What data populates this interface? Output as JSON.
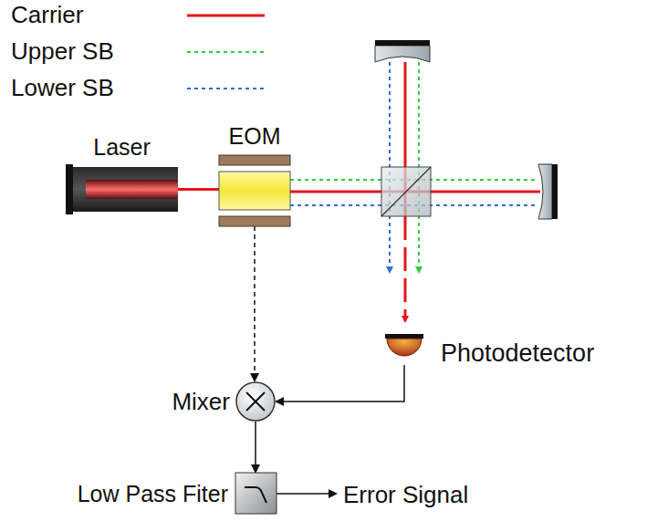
{
  "diagram": {
    "nodes": [
      {
        "text": [
          "Laser"
        ]
      },
      {
        "text": [
          "EOM"
        ]
      },
      {
        "text": [
          "Photodetector"
        ]
      },
      {
        "text": [
          "Mixer"
        ]
      },
      {
        "text": [
          "Low Pass Fiter"
        ]
      }
    ],
    "edges": [
      {
        "from": 0,
        "to": 1,
        "arrow": "none"
      },
      {
        "from": 1,
        "to": 3,
        "arrow": "to"
      },
      {
        "from": 2,
        "to": 3,
        "arrow": "to"
      },
      {
        "from": 3,
        "to": 4,
        "arrow": "to"
      }
    ],
    "labels": [
      "Error Signal"
    ],
    "legend": [
      {
        "text": "Carrier"
      },
      {
        "text": "Upper SB"
      },
      {
        "text": "Lower SB"
      }
    ]
  }
}
